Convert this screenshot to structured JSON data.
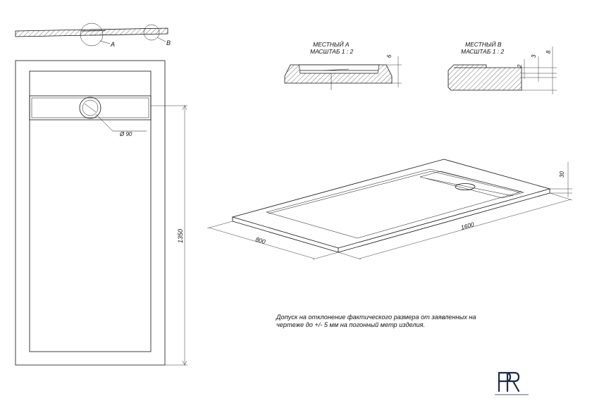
{
  "labels": {
    "detail_a_marker": "A",
    "detail_b_marker": "B",
    "detail_a_title": "МЕСТНЫЙ А",
    "detail_a_scale": "МАСШТАБ 1 : 2",
    "detail_b_title": "МЕСТНЫЙ В",
    "detail_b_scale": "МАСШТАБ 1 : 2",
    "drain_diameter": "Ø 90",
    "dim_length_plan": "1350",
    "dim_height_a": "6",
    "dim_b_small": "2",
    "dim_b_mid": "3",
    "dim_b_large": "8",
    "dim_height_iso": "30",
    "dim_width_iso": "800",
    "dim_length_iso": "1600"
  },
  "note": {
    "line1": "Допуск на отклонение фактического размера от заявленных на",
    "line2": "чертеже до +/- 5 мм на погонный метр изделия."
  },
  "colors": {
    "line": "#111111",
    "logo": "#1c2a4a",
    "background": "#ffffff"
  }
}
